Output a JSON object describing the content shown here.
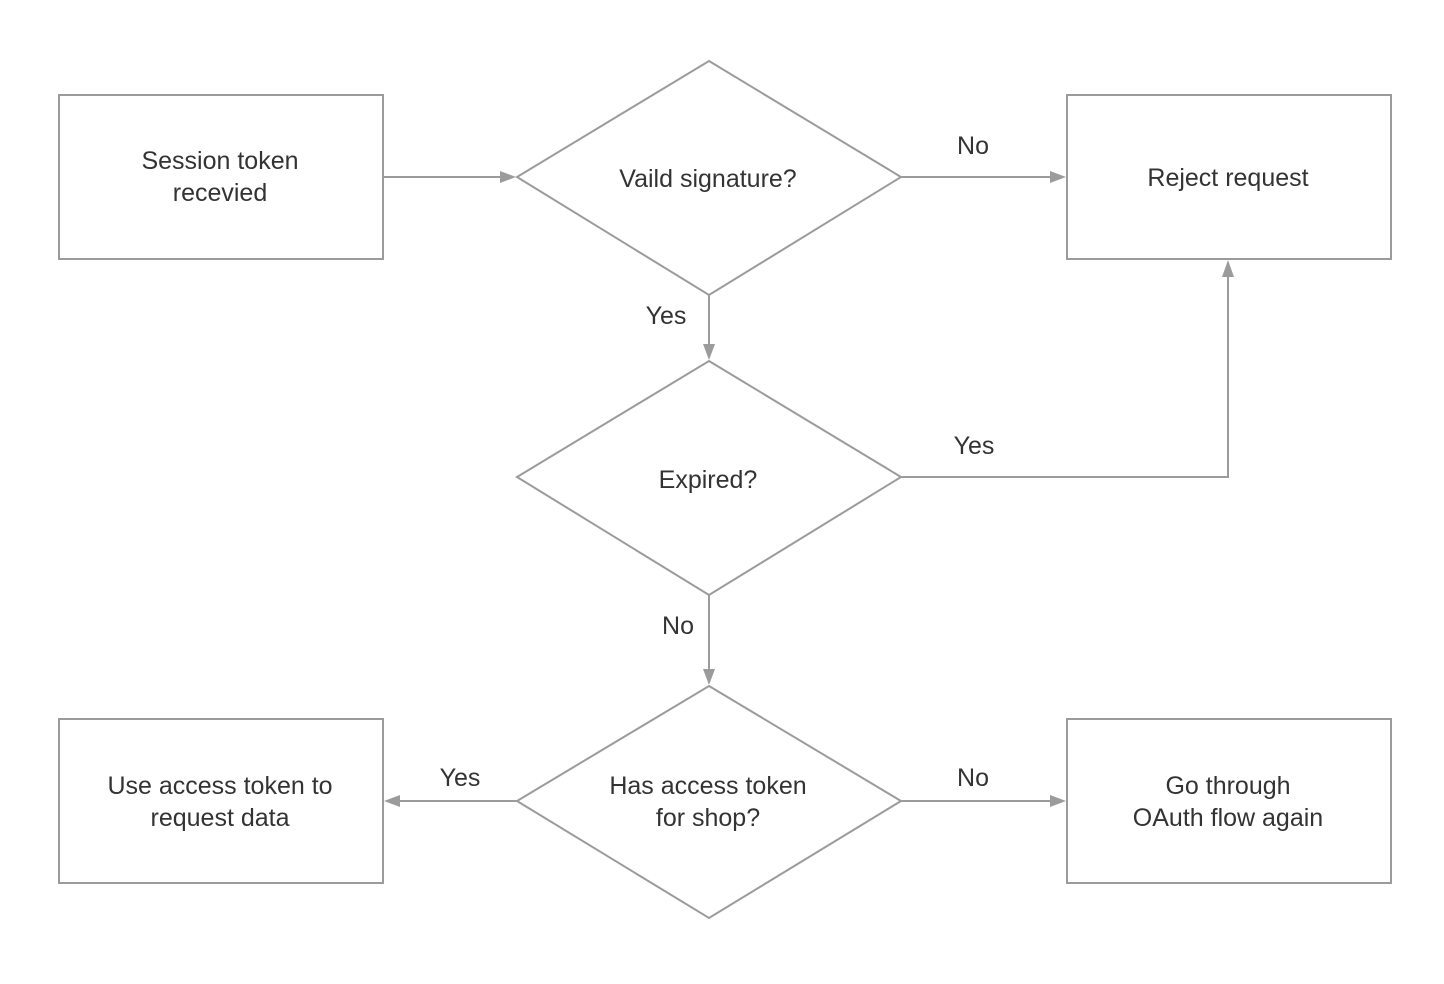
{
  "nodes": {
    "session_token_received": {
      "shape": "process",
      "lines": [
        "Session token",
        "recevied"
      ]
    },
    "valid_signature": {
      "shape": "decision",
      "lines": [
        "Vaild signature?"
      ]
    },
    "reject_request": {
      "shape": "process",
      "lines": [
        "Reject request"
      ]
    },
    "expired": {
      "shape": "decision",
      "lines": [
        "Expired?"
      ]
    },
    "has_access_token": {
      "shape": "decision",
      "lines": [
        "Has access token",
        "for shop?"
      ]
    },
    "use_access_token": {
      "shape": "process",
      "lines": [
        "Use access token to",
        "request data"
      ]
    },
    "oauth_flow": {
      "shape": "process",
      "lines": [
        "Go through",
        "OAuth flow again"
      ]
    }
  },
  "edges": [
    {
      "from": "session_token_received",
      "to": "valid_signature",
      "label": ""
    },
    {
      "from": "valid_signature",
      "to": "reject_request",
      "label": "No"
    },
    {
      "from": "valid_signature",
      "to": "expired",
      "label": "Yes"
    },
    {
      "from": "expired",
      "to": "reject_request",
      "label": "Yes"
    },
    {
      "from": "expired",
      "to": "has_access_token",
      "label": "No"
    },
    {
      "from": "has_access_token",
      "to": "use_access_token",
      "label": "Yes"
    },
    {
      "from": "has_access_token",
      "to": "oauth_flow",
      "label": "No"
    }
  ],
  "colors": {
    "stroke": "#9b9b9b",
    "text": "#333333",
    "background": "#ffffff"
  }
}
